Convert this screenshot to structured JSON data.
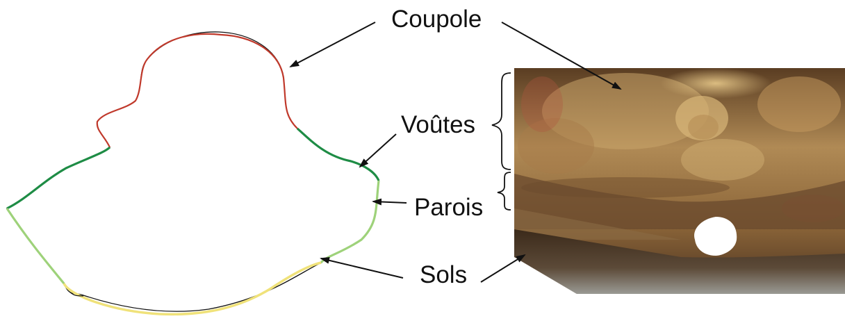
{
  "labels": {
    "coupole": "Coupole",
    "voutes": "Voûtes",
    "parois": "Parois",
    "sols": "Sols"
  },
  "colors": {
    "coupole": "#c0392b",
    "voutes": "#1e8c45",
    "parois": "#9ed27a",
    "sols": "#f0e27a",
    "outline": "#111111",
    "arrow": "#111111"
  }
}
